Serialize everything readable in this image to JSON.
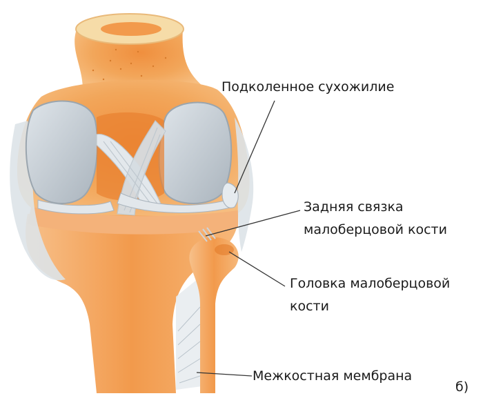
{
  "labels": {
    "popliteus_tendon": "Подколенное сухожилие",
    "posterior_fibular_ligament": [
      "Задняя связка",
      "малоберцовой кости"
    ],
    "fibular_head": [
      "Головка малоберцовой",
      "кости"
    ],
    "interosseous_membrane": "Межкостная мембрана",
    "panel": "б)"
  },
  "colors": {
    "bone": "#f2a65a",
    "bone_dark": "#e27c2a",
    "bone_light": "#f7c28a",
    "cartilage": "#c3ccd3",
    "ligament": "#e2e7eb",
    "cut_surface": "#f6dca8",
    "leader_line": "#333333"
  }
}
